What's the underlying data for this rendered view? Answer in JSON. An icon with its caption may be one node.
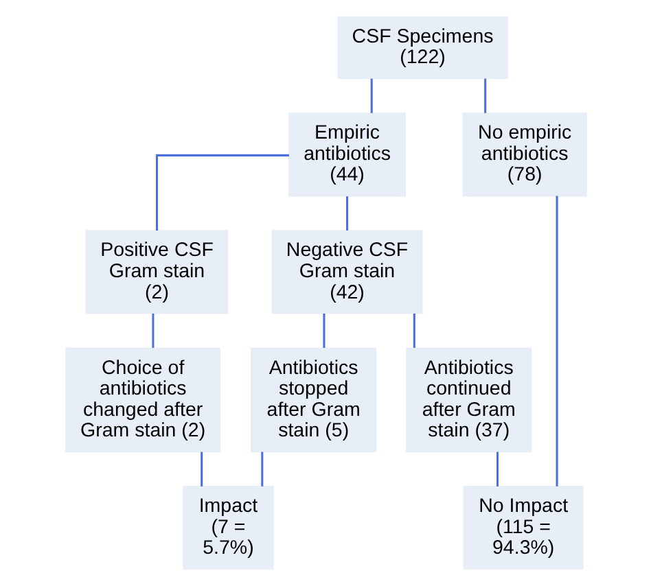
{
  "diagram": {
    "nodes": [
      {
        "text": [
          "CSF Specimens (122)"
        ]
      },
      {
        "text": [
          "Empiric antibiotics (44)"
        ]
      },
      {
        "text": [
          "No empiric antibiotics (78)"
        ]
      },
      {
        "text": [
          "Positive CSF Gram stain (2)"
        ]
      },
      {
        "text": [
          "Negative CSF Gram stain (42)"
        ]
      },
      {
        "text": [
          "Choice of antibiotics changed after Gram stain (2)"
        ]
      },
      {
        "text": [
          "Antibiotics stopped after Gram stain (5)"
        ]
      },
      {
        "text": [
          "Antibiotics continued after Gram stain (37)"
        ]
      },
      {
        "text": [
          "Impact (7 = 5.7%)"
        ]
      },
      {
        "text": [
          "No Impact (115 = 94.3%)"
        ]
      }
    ],
    "edges": [
      {
        "from": 0,
        "to": 1,
        "arrow": "none"
      },
      {
        "from": 0,
        "to": 2,
        "arrow": "none"
      },
      {
        "from": 1,
        "to": 3,
        "arrow": "none"
      },
      {
        "from": 1,
        "to": 4,
        "arrow": "none"
      },
      {
        "from": 2,
        "to": 9,
        "arrow": "none"
      },
      {
        "from": 3,
        "to": 5,
        "arrow": "none"
      },
      {
        "from": 4,
        "to": 6,
        "arrow": "none"
      },
      {
        "from": 4,
        "to": 7,
        "arrow": "none"
      },
      {
        "from": 5,
        "to": 8,
        "arrow": "none"
      },
      {
        "from": 6,
        "to": 8,
        "arrow": "none"
      },
      {
        "from": 7,
        "to": 9,
        "arrow": "none"
      }
    ]
  }
}
